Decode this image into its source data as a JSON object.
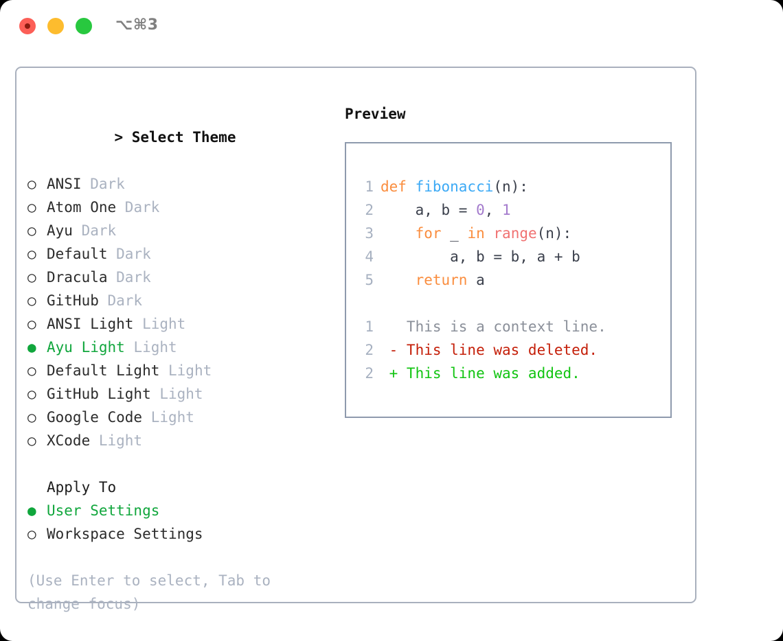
{
  "window": {
    "shortcut_label": "⌥⌘3",
    "traffic_lights": [
      {
        "name": "close",
        "color": "#fc5f57"
      },
      {
        "name": "minimize",
        "color": "#fdbc2e"
      },
      {
        "name": "zoom",
        "color": "#28c83f"
      }
    ]
  },
  "theme_picker": {
    "header": "> Select Theme",
    "header_caret": ">",
    "header_text": "Select Theme",
    "marker_selected": "●",
    "marker_unselected": "○",
    "items": [
      {
        "label": "ANSI",
        "tag": "Dark",
        "selected": false
      },
      {
        "label": "Atom One",
        "tag": "Dark",
        "selected": false
      },
      {
        "label": "Ayu",
        "tag": "Dark",
        "selected": false
      },
      {
        "label": "Default",
        "tag": "Dark",
        "selected": false
      },
      {
        "label": "Dracula",
        "tag": "Dark",
        "selected": false
      },
      {
        "label": "GitHub",
        "tag": "Dark",
        "selected": false
      },
      {
        "label": "ANSI Light",
        "tag": "Light",
        "selected": false
      },
      {
        "label": "Ayu Light",
        "tag": "Light",
        "selected": true
      },
      {
        "label": "Default Light",
        "tag": "Light",
        "selected": false
      },
      {
        "label": "GitHub Light",
        "tag": "Light",
        "selected": false
      },
      {
        "label": "Google Code",
        "tag": "Light",
        "selected": false
      },
      {
        "label": "XCode",
        "tag": "Light",
        "selected": false
      }
    ]
  },
  "apply_to": {
    "header": "Apply To",
    "items": [
      {
        "label": "User Settings",
        "selected": true
      },
      {
        "label": "Workspace Settings",
        "selected": false
      }
    ]
  },
  "hint": "(Use Enter to select, Tab to change focus)",
  "preview": {
    "title": "Preview",
    "code": [
      {
        "ln": "1",
        "tokens": [
          {
            "t": "def ",
            "c": "kw"
          },
          {
            "t": "fibonacci",
            "c": "fn"
          },
          {
            "t": "(n):",
            "c": "pn"
          }
        ]
      },
      {
        "ln": "2",
        "tokens": [
          {
            "t": "    a, b = ",
            "c": "pn"
          },
          {
            "t": "0",
            "c": "num"
          },
          {
            "t": ", ",
            "c": "pn"
          },
          {
            "t": "1",
            "c": "num"
          }
        ]
      },
      {
        "ln": "3",
        "tokens": [
          {
            "t": "    ",
            "c": "pn"
          },
          {
            "t": "for",
            "c": "kw"
          },
          {
            "t": " _ ",
            "c": "pn"
          },
          {
            "t": "in",
            "c": "kw"
          },
          {
            "t": " ",
            "c": "pn"
          },
          {
            "t": "range",
            "c": "call"
          },
          {
            "t": "(n):",
            "c": "pn"
          }
        ]
      },
      {
        "ln": "4",
        "tokens": [
          {
            "t": "        a, b = b, a + b",
            "c": "pn"
          }
        ]
      },
      {
        "ln": "5",
        "tokens": [
          {
            "t": "    ",
            "c": "pn"
          },
          {
            "t": "return",
            "c": "kw"
          },
          {
            "t": " a",
            "c": "pn"
          }
        ]
      }
    ],
    "diff": [
      {
        "ln": "1",
        "sign": " ",
        "text": "This is a context line.",
        "kind": "ctx"
      },
      {
        "ln": "2",
        "sign": "-",
        "text": "This line was deleted.",
        "kind": "del"
      },
      {
        "ln": "2",
        "sign": "+",
        "text": "This line was added.",
        "kind": "add"
      }
    ]
  },
  "colors": {
    "selection_green": "#10a63c",
    "muted_gray": "#aab2c0",
    "panel_border": "#a9b0bd",
    "preview_border": "#8e9aad",
    "syntax_keyword": "#fa8d3e",
    "syntax_function": "#3ba9f5",
    "syntax_call": "#f07171",
    "syntax_number": "#a37acc",
    "syntax_plain": "#3a3f4b",
    "diff_deleted": "#c41e08",
    "diff_added": "#11c411",
    "diff_context": "#8a8f99"
  }
}
